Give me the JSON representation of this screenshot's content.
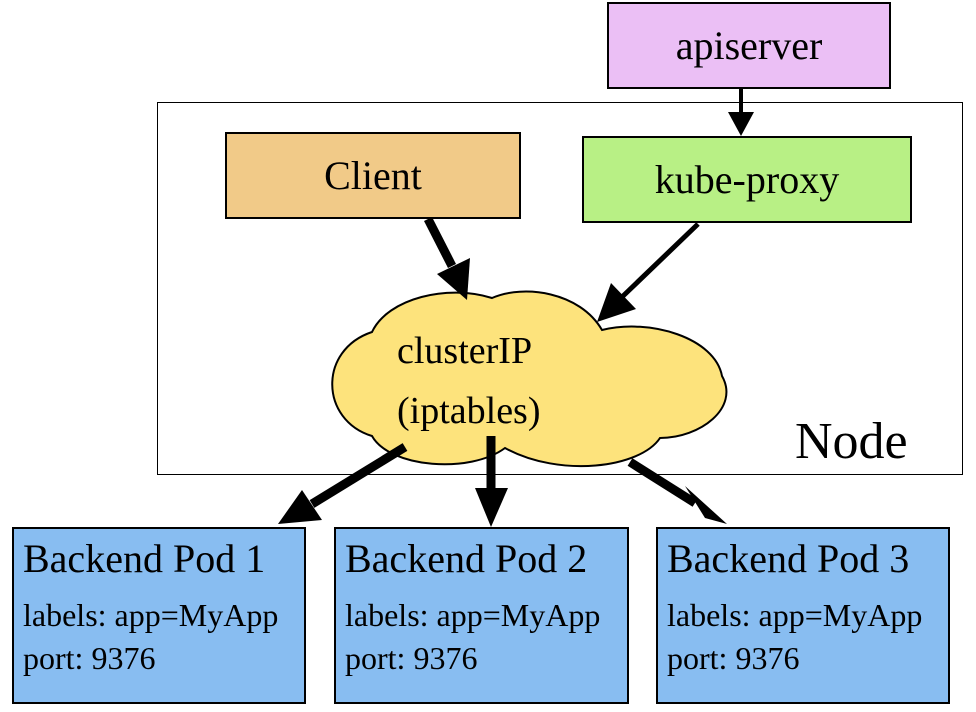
{
  "colors": {
    "apiserver": "#ebbff5",
    "client": "#f1ca88",
    "kube_proxy": "#b8f085",
    "cloud": "#fde37c",
    "pod": "#88bdf1",
    "stroke": "#000000"
  },
  "apiserver": {
    "label": "apiserver"
  },
  "client": {
    "label": "Client"
  },
  "kube_proxy": {
    "label": "kube-proxy"
  },
  "cluster_ip": {
    "line1": "clusterIP",
    "line2": "(iptables)"
  },
  "node": {
    "label": "Node"
  },
  "pods": [
    {
      "title": "Backend Pod 1",
      "labels": "labels: app=MyApp",
      "port": "port: 9376"
    },
    {
      "title": "Backend Pod 2",
      "labels": "labels: app=MyApp",
      "port": "port: 9376"
    },
    {
      "title": "Backend Pod 3",
      "labels": "labels: app=MyApp",
      "port": "port: 9376"
    }
  ],
  "edges": [
    {
      "from": "apiserver",
      "to": "kube-proxy"
    },
    {
      "from": "client",
      "to": "clusterIP"
    },
    {
      "from": "kube-proxy",
      "to": "clusterIP"
    },
    {
      "from": "clusterIP",
      "to": "Backend Pod 1"
    },
    {
      "from": "clusterIP",
      "to": "Backend Pod 2"
    },
    {
      "from": "clusterIP",
      "to": "Backend Pod 3"
    }
  ]
}
